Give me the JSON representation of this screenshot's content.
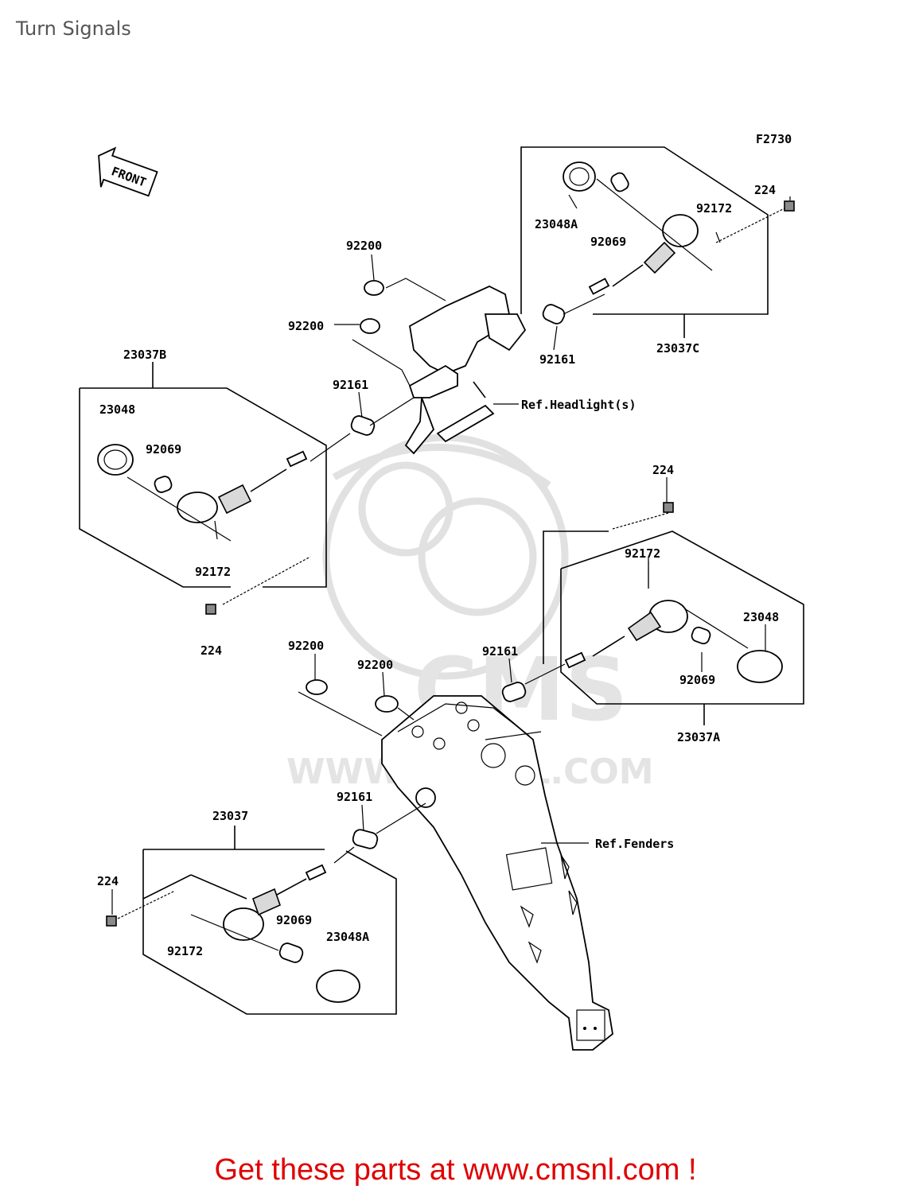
{
  "page": {
    "title": "Turn Signals"
  },
  "diagram": {
    "figure_id": "F2730",
    "front_marker": "FRONT",
    "watermark": {
      "logo": "CMS",
      "site": "WWW.CMSNL.COM"
    },
    "labels": {
      "front_right_assy": "23037C",
      "front_right_lens": "23048A",
      "front_right_bulb": "92069",
      "front_right_screw_small": "92172",
      "front_right_screw": "224",
      "front_right_grommet": "92161",
      "bracket_washer_top": "92200",
      "bracket_washer_mid": "92200",
      "front_left_assy": "23037B",
      "front_left_lens": "23048",
      "front_left_bulb": "92069",
      "front_left_screw_small": "92172",
      "front_left_screw": "224",
      "front_left_grommet": "92161",
      "ref_headlight": "Ref.Headlight(s)",
      "rear_right_screw": "224",
      "rear_right_screw_small": "92172",
      "rear_right_grommet": "92161",
      "rear_right_lens": "23048",
      "rear_right_bulb": "92069",
      "rear_right_assy": "23037A",
      "fender_washer_a": "92200",
      "fender_washer_b": "92200",
      "rear_left_grommet": "92161",
      "ref_fenders": "Ref.Fenders",
      "rear_left_assy": "23037",
      "rear_left_screw": "224",
      "rear_left_bulb": "92069",
      "rear_left_lens": "23048A",
      "rear_left_screw_small": "92172"
    }
  },
  "cta": {
    "text": "Get these parts at www.cmsnl.com !",
    "color": "#e00000"
  }
}
